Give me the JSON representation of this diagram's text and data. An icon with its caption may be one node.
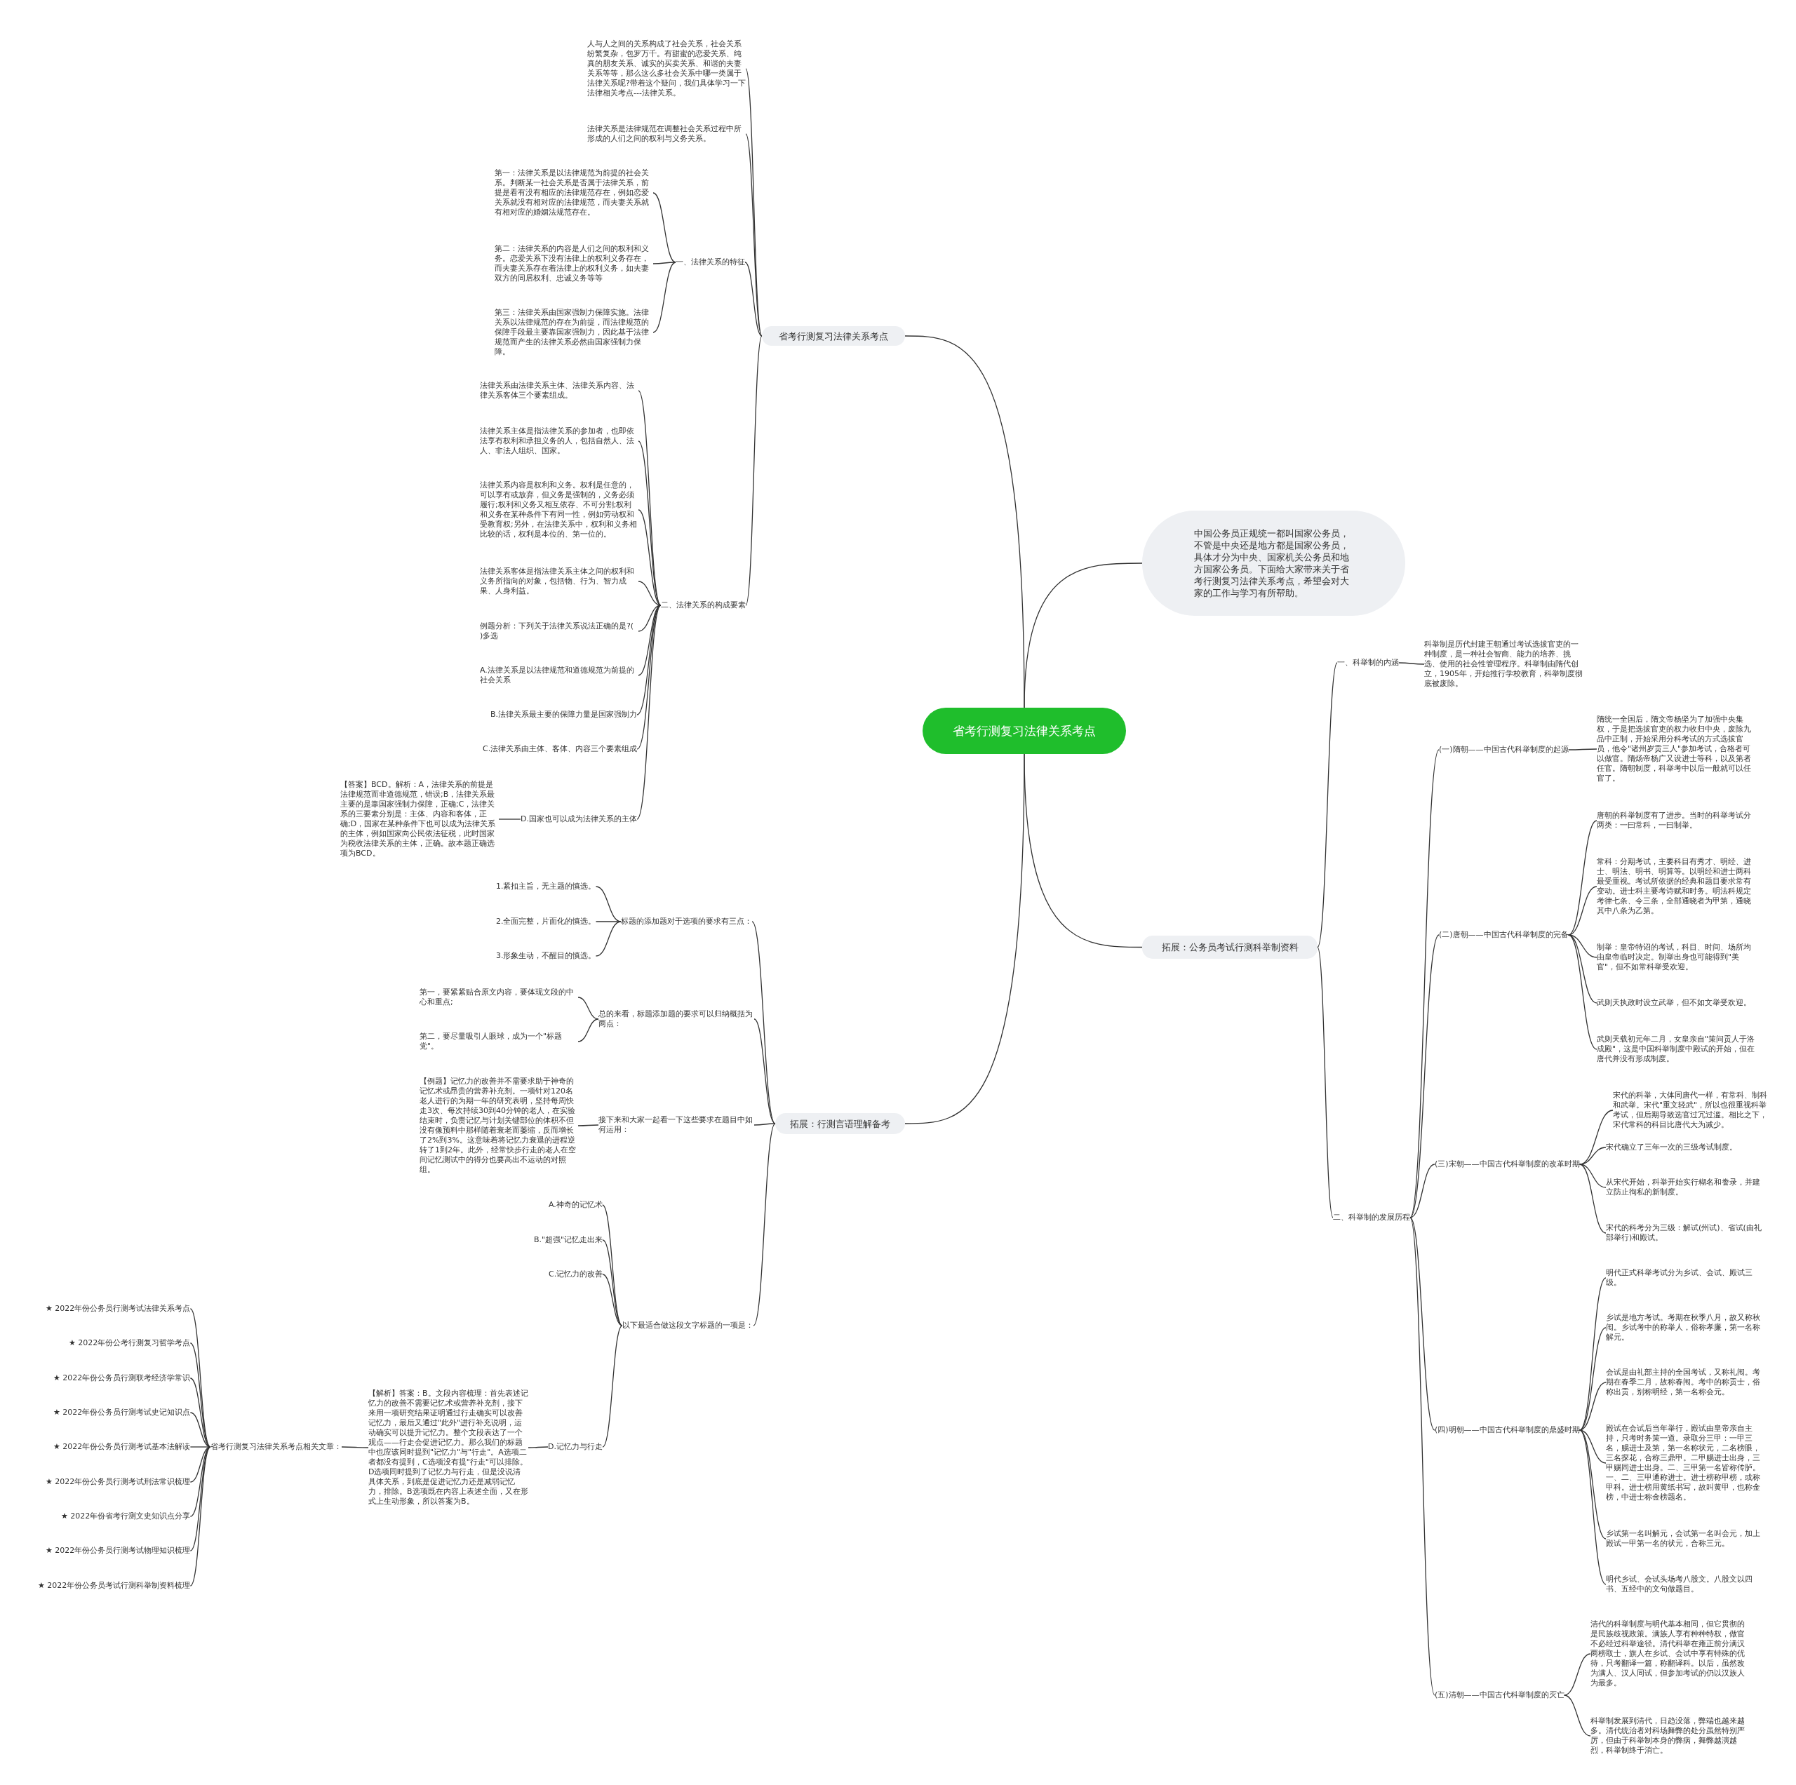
{
  "diagram": {
    "nodes": [
      {
        "text": [
          "省考行测复习法律关系考点"
        ]
      },
      {
        "text": [
          "省考行测复习法律关系考点"
        ]
      },
      {
        "text": [
          "人与人之间的关系构成了社会关系，社会关系纷繁复杂，包罗万千。有甜蜜的恋爱关系、纯真的朋友关系、诚实的买卖关系、和谐的夫妻关系等等，那么这么多社会关系中哪一类属于法律关系呢?带着这个疑问，我们具体学习一下法律相关考点---法律关系。"
        ]
      },
      {
        "text": [
          "法律关系是法律规范在调整社会关系过程中所形成的人们之间的权利与义务关系。"
        ]
      },
      {
        "text": [
          "一、法律关系的特征"
        ]
      },
      {
        "text": [
          "第一：法律关系是以法律规范为前提的社会关系。判断某一社会关系是否属于法律关系，前提是看有没有相应的法律规范存在，例如恋爱关系就没有相对应的法律规范，而夫妻关系就有相对应的婚姻法规范存在。"
        ]
      },
      {
        "text": [
          "第二：法律关系的内容是人们之间的权利和义务。恋爱关系下没有法律上的权利义务存在，而夫妻关系存在着法律上的权利义务，如夫妻双方的同居权利、忠诚义务等等"
        ]
      },
      {
        "text": [
          "第三：法律关系由国家强制力保障实施。法律关系以法律规范的存在为前提，而法律规范的保障手段最主要靠国家强制力，因此基于法律规范而产生的法律关系必然由国家强制力保障。"
        ]
      },
      {
        "text": [
          "二、法律关系的构成要素"
        ]
      },
      {
        "text": [
          "法律关系由法律关系主体、法律关系内容、法律关系客体三个要素组成。"
        ]
      },
      {
        "text": [
          "法律关系主体是指法律关系的参加者，也即依法享有权利和承担义务的人，包括自然人、法人、非法人组织、国家。"
        ]
      },
      {
        "text": [
          "法律关系内容是权利和义务。权利是任意的，可以享有或放弃，但义务是强制的，义务必须履行;权利和义务又相互依存、不可分割;权利和义务在某种条件下有同一性，例如劳动权和受教育权;另外，在法律关系中，权利和义务相比较的话，权利是本位的、第一位的。"
        ]
      },
      {
        "text": [
          "法律关系客体是指法律关系主体之间的权利和义务所指向的对象，包括物、行为、智力成果、人身利益。"
        ]
      },
      {
        "text": [
          "例题分析：下列关于法律关系说法正确的是?( )多选"
        ]
      },
      {
        "text": [
          "A.法律关系是以法律规范和道德规范为前提的社会关系"
        ]
      },
      {
        "text": [
          "B.法律关系最主要的保障力量是国家强制力"
        ]
      },
      {
        "text": [
          "C.法律关系由主体、客体、内容三个要素组成"
        ]
      },
      {
        "text": [
          "D.国家也可以成为法律关系的主体"
        ]
      },
      {
        "text": [
          "【答案】BCD。解析：A，法律关系的前提是法律规范而非道德规范，错误;B，法律关系最主要的是靠国家强制力保障，正确;C，法律关系的三要素分别是：主体、内容和客体，正确;D，国家在某种条件下也可以成为法律关系的主体，例如国家向公民依法征税，此时国家为税收法律关系的主体，正确。故本题正确选项为BCD。"
        ]
      },
      {
        "text": [
          "拓展：行测言语理解备考"
        ]
      },
      {
        "text": [
          "标题的添加题对于选项的要求有三点："
        ]
      },
      {
        "text": [
          "1.紧扣主旨，无主题的慎选。"
        ]
      },
      {
        "text": [
          "2.全面完整，片面化的慎选。"
        ]
      },
      {
        "text": [
          "3.形象生动，不醒目的慎选。"
        ]
      },
      {
        "text": [
          "总的来看，标题添加题的要求可以归纳概括为两点："
        ]
      },
      {
        "text": [
          "第一，要紧紧贴合原文内容，要体现文段的中心和重点;"
        ]
      },
      {
        "text": [
          "第二，要尽量吸引人眼球，成为一个\"标题党\"。"
        ]
      },
      {
        "text": [
          "接下来和大家一起看一下这些要求在题目中如何运用："
        ]
      },
      {
        "text": [
          "【例题】记忆力的改善并不需要求助于神奇的记忆术或昂贵的营养补充剂。一项针对120名老人进行的为期一年的研究表明，坚持每周快走3次、每次持续30到40分钟的老人，在实验结束时，负责记忆与计划关键部位的体积不但没有像预料中那样随着衰老而萎缩，反而增长了2%到3%。这意味着将记忆力衰退的进程逆转了1到2年。此外，经常快步行走的老人在空间记忆测试中的得分也要高出不运动的对照组。"
        ]
      },
      {
        "text": [
          "以下最适合做这段文字标题的一项是："
        ]
      },
      {
        "text": [
          "A.神奇的记忆术"
        ]
      },
      {
        "text": [
          "B.\"超强\"记忆走出来"
        ]
      },
      {
        "text": [
          "C.记忆力的改善"
        ]
      },
      {
        "text": [
          "D.记忆力与行走"
        ]
      },
      {
        "text": [
          "【解析】答案：B。文段内容梳理：首先表述记忆力的改善不需要记忆术或营养补充剂，接下来用一项研究结果证明通过行走确实可以改善记忆力，最后又通过\"此外\"进行补充说明，运动确实可以提升记忆力。整个文段表达了一个观点——行走会促进记忆力。那么我们的标题中也应该同时提到\"记忆力\"与\"行走\"。A选项二者都没有提到，C选项没有提\"行走\"可以排除。D选项同时提到了记忆力与行走，但是没说清具体关系，到底是促进记忆力还是减弱记忆力，排除。B选项既在内容上表述全面，又在形式上生动形象，所以答案为B。"
        ]
      },
      {
        "text": [
          "省考行测复习法律关系考点相关文章："
        ]
      },
      {
        "text": [
          "★ 2022年份公务员行测考试法律关系考点"
        ]
      },
      {
        "text": [
          "★ 2022年份公考行测复习哲学考点"
        ]
      },
      {
        "text": [
          "★ 2022年份公务员行测联考经济学常识"
        ]
      },
      {
        "text": [
          "★ 2022年份公务员行测考试史记知识点"
        ]
      },
      {
        "text": [
          "★ 2022年份公务员行测考试基本法解读"
        ]
      },
      {
        "text": [
          "★ 2022年份公务员行测考试刑法常识梳理"
        ]
      },
      {
        "text": [
          "★ 2022年份省考行测文史知识点分享"
        ]
      },
      {
        "text": [
          "★ 2022年份公务员行测考试物理知识梳理"
        ]
      },
      {
        "text": [
          "★ 2022年份公务员考试行测科举制资料梳理"
        ]
      },
      {
        "text": [
          "中国公务员正规统一都叫国家公务员，不管是中央还是地方都是国家公务员，具体才分为中央、国家机关公务员和地方国家公务员。下面给大家带来关于省考行测复习法律关系考点，希望会对大家的工作与学习有所帮助。"
        ]
      },
      {
        "text": [
          "拓展：公务员考试行测科举制资料"
        ]
      },
      {
        "text": [
          "一、科举制的内涵"
        ]
      },
      {
        "text": [
          "科举制是历代封建王朝通过考试选拔官吏的一种制度，是一种社会智商、能力的培养、挑选、使用的社会性管理程序。科举制由隋代创立，1905年，开始推行学校教育，科举制度彻底被废除。"
        ]
      },
      {
        "text": [
          "二、科举制的发展历程"
        ]
      },
      {
        "text": [
          "(一)隋朝——中国古代科举制度的起源"
        ]
      },
      {
        "text": [
          "隋统一全国后，隋文帝杨坚为了加强中央集权，于是把选拔官吏的权力收归中央，废除九品中正制，开始采用分科考试的方式选拔官员，他令\"诸州岁贡三人\"参加考试，合格者可以做官。隋炀帝杨广又设进士等科，以及第者任官。隋朝制度，科举考中以后一般就可以任官了。"
        ]
      },
      {
        "text": [
          "(二)唐朝——中国古代科举制度的完备"
        ]
      },
      {
        "text": [
          "唐朝的科举制度有了进步。当时的科举考试分两类：一曰常科，一曰制举。"
        ]
      },
      {
        "text": [
          "常科：分期考试，主要科目有秀才、明经、进士、明法、明书、明算等。以明经和进士两科最受重视。考试所依据的经典和题目要求常有变动。进士科主要考诗赋和时务。明法科规定考律七条、令三条，全部通晓者为甲第，通晓其中八条为乙第。"
        ]
      },
      {
        "text": [
          "制举：皇帝特诏的考试，科目、时间、场所均由皇帝临时决定。制举出身也可能得到\"美官\"，但不如常科举受欢迎。"
        ]
      },
      {
        "text": [
          "武则天执政时设立武举，但不如文举受欢迎。"
        ]
      },
      {
        "text": [
          "武则天载初元年二月，女皇亲自\"策问贡人于洛成殿\"，这是中国科举制度中殿试的开始，但在唐代并没有形成制度。"
        ]
      },
      {
        "text": [
          "(三)宋朝——中国古代科举制度的改革时期"
        ]
      },
      {
        "text": [
          "宋代的科举，大体同唐代一样，有常科、制科和武举。宋代\"重文轻武\"，所以也很重视科举考试，但后期导致选官过冗过滥。相比之下，宋代常科的科目比唐代大为减少。"
        ]
      },
      {
        "text": [
          "宋代确立了三年一次的三级考试制度。"
        ]
      },
      {
        "text": [
          "从宋代开始，科举开始实行糊名和誊录，并建立防止徇私的新制度。"
        ]
      },
      {
        "text": [
          "宋代的科考分为三级：解试(州试)、省试(由礼部举行)和殿试。"
        ]
      },
      {
        "text": [
          "(四)明朝——中国古代科举制度的鼎盛时期"
        ]
      },
      {
        "text": [
          "明代正式科举考试分为乡试、会试、殿试三级。"
        ]
      },
      {
        "text": [
          "乡试是地方考试。考期在秋季八月，故又称秋闱。乡试考中的称举人，俗称孝廉，第一名称解元。"
        ]
      },
      {
        "text": [
          "会试是由礼部主持的全国考试，又称礼闱。考期在春季二月，故称春闱。考中的称贡士，俗称出贡，别称明经，第一名称会元。"
        ]
      },
      {
        "text": [
          "殿试在会试后当年举行，殿试由皇帝亲自主持，只考时务策一道。录取分三甲：一甲三名，赐进士及第，第一名称状元，二名榜眼，三名探花，合称三鼎甲。二甲赐进士出身，三甲赐同进士出身。二、三甲第一名皆称传胪。一、二、三甲通称进士。进士榜称甲榜，或称甲科。进士榜用黄纸书写，故叫黄甲，也称金榜，中进士称金榜题名。"
        ]
      },
      {
        "text": [
          "乡试第一名叫解元，会试第一名叫会元，加上殿试一甲第一名的状元，合称三元。"
        ]
      },
      {
        "text": [
          "明代乡试、会试头场考八股文。八股文以四书、五经中的文句做题目。"
        ]
      },
      {
        "text": [
          "(五)清朝——中国古代科举制度的灭亡"
        ]
      },
      {
        "text": [
          "清代的科举制度与明代基本相同，但它贯彻的是民族歧视政策。满族人享有种种特权，做官不必经过科举途径。清代科举在雍正前分满汉两榜取士，旗人在乡试、会试中享有特殊的优待，只考翻译一篇，称翻译科。以后，虽然改为满人、汉人同试，但参加考试的仍以汉族人为最多。"
        ]
      },
      {
        "text": [
          "科举制发展到清代，日趋没落，弊端也越来越多。清代统治者对科场舞弊的处分虽然特别严厉，但由于科举制本身的弊病，舞弊越演越烈，科举制终于消亡。"
        ]
      }
    ],
    "edges": [
      {
        "from": 0,
        "to": 1,
        "arrow": "none"
      },
      {
        "from": 1,
        "to": 2,
        "arrow": "none"
      },
      {
        "from": 1,
        "to": 3,
        "arrow": "none"
      },
      {
        "from": 1,
        "to": 4,
        "arrow": "none"
      },
      {
        "from": 4,
        "to": 5,
        "arrow": "none"
      },
      {
        "from": 4,
        "to": 6,
        "arrow": "none"
      },
      {
        "from": 4,
        "to": 7,
        "arrow": "none"
      },
      {
        "from": 1,
        "to": 8,
        "arrow": "none"
      },
      {
        "from": 8,
        "to": 9,
        "arrow": "none"
      },
      {
        "from": 8,
        "to": 10,
        "arrow": "none"
      },
      {
        "from": 8,
        "to": 11,
        "arrow": "none"
      },
      {
        "from": 8,
        "to": 12,
        "arrow": "none"
      },
      {
        "from": 8,
        "to": 13,
        "arrow": "none"
      },
      {
        "from": 8,
        "to": 14,
        "arrow": "none"
      },
      {
        "from": 8,
        "to": 15,
        "arrow": "none"
      },
      {
        "from": 8,
        "to": 16,
        "arrow": "none"
      },
      {
        "from": 8,
        "to": 17,
        "arrow": "none"
      },
      {
        "from": 17,
        "to": 18,
        "arrow": "none"
      },
      {
        "from": 0,
        "to": 19,
        "arrow": "none"
      },
      {
        "from": 19,
        "to": 20,
        "arrow": "none"
      },
      {
        "from": 20,
        "to": 21,
        "arrow": "none"
      },
      {
        "from": 20,
        "to": 22,
        "arrow": "none"
      },
      {
        "from": 20,
        "to": 23,
        "arrow": "none"
      },
      {
        "from": 19,
        "to": 24,
        "arrow": "none"
      },
      {
        "from": 24,
        "to": 25,
        "arrow": "none"
      },
      {
        "from": 24,
        "to": 26,
        "arrow": "none"
      },
      {
        "from": 19,
        "to": 27,
        "arrow": "none"
      },
      {
        "from": 27,
        "to": 28,
        "arrow": "none"
      },
      {
        "from": 19,
        "to": 29,
        "arrow": "none"
      },
      {
        "from": 29,
        "to": 30,
        "arrow": "none"
      },
      {
        "from": 29,
        "to": 31,
        "arrow": "none"
      },
      {
        "from": 29,
        "to": 32,
        "arrow": "none"
      },
      {
        "from": 29,
        "to": 33,
        "arrow": "none"
      },
      {
        "from": 33,
        "to": 34,
        "arrow": "none"
      },
      {
        "from": 34,
        "to": 35,
        "arrow": "none"
      },
      {
        "from": 35,
        "to": 36,
        "arrow": "none"
      },
      {
        "from": 35,
        "to": 37,
        "arrow": "none"
      },
      {
        "from": 35,
        "to": 38,
        "arrow": "none"
      },
      {
        "from": 35,
        "to": 39,
        "arrow": "none"
      },
      {
        "from": 35,
        "to": 40,
        "arrow": "none"
      },
      {
        "from": 35,
        "to": 41,
        "arrow": "none"
      },
      {
        "from": 35,
        "to": 42,
        "arrow": "none"
      },
      {
        "from": 35,
        "to": 43,
        "arrow": "none"
      },
      {
        "from": 35,
        "to": 44,
        "arrow": "none"
      },
      {
        "from": 0,
        "to": 45,
        "arrow": "none"
      },
      {
        "from": 0,
        "to": 46,
        "arrow": "none"
      },
      {
        "from": 46,
        "to": 47,
        "arrow": "none"
      },
      {
        "from": 47,
        "to": 48,
        "arrow": "none"
      },
      {
        "from": 46,
        "to": 49,
        "arrow": "none"
      },
      {
        "from": 49,
        "to": 50,
        "arrow": "none"
      },
      {
        "from": 50,
        "to": 51,
        "arrow": "none"
      },
      {
        "from": 49,
        "to": 52,
        "arrow": "none"
      },
      {
        "from": 52,
        "to": 53,
        "arrow": "none"
      },
      {
        "from": 52,
        "to": 54,
        "arrow": "none"
      },
      {
        "from": 52,
        "to": 55,
        "arrow": "none"
      },
      {
        "from": 52,
        "to": 56,
        "arrow": "none"
      },
      {
        "from": 52,
        "to": 57,
        "arrow": "none"
      },
      {
        "from": 49,
        "to": 58,
        "arrow": "none"
      },
      {
        "from": 58,
        "to": 59,
        "arrow": "none"
      },
      {
        "from": 58,
        "to": 60,
        "arrow": "none"
      },
      {
        "from": 58,
        "to": 61,
        "arrow": "none"
      },
      {
        "from": 58,
        "to": 62,
        "arrow": "none"
      },
      {
        "from": 49,
        "to": 63,
        "arrow": "none"
      },
      {
        "from": 63,
        "to": 64,
        "arrow": "none"
      },
      {
        "from": 63,
        "to": 65,
        "arrow": "none"
      },
      {
        "from": 63,
        "to": 66,
        "arrow": "none"
      },
      {
        "from": 63,
        "to": 67,
        "arrow": "none"
      },
      {
        "from": 63,
        "to": 68,
        "arrow": "none"
      },
      {
        "from": 63,
        "to": 69,
        "arrow": "none"
      },
      {
        "from": 49,
        "to": 70,
        "arrow": "none"
      },
      {
        "from": 70,
        "to": 71,
        "arrow": "none"
      },
      {
        "from": 70,
        "to": 72,
        "arrow": "none"
      }
    ]
  }
}
